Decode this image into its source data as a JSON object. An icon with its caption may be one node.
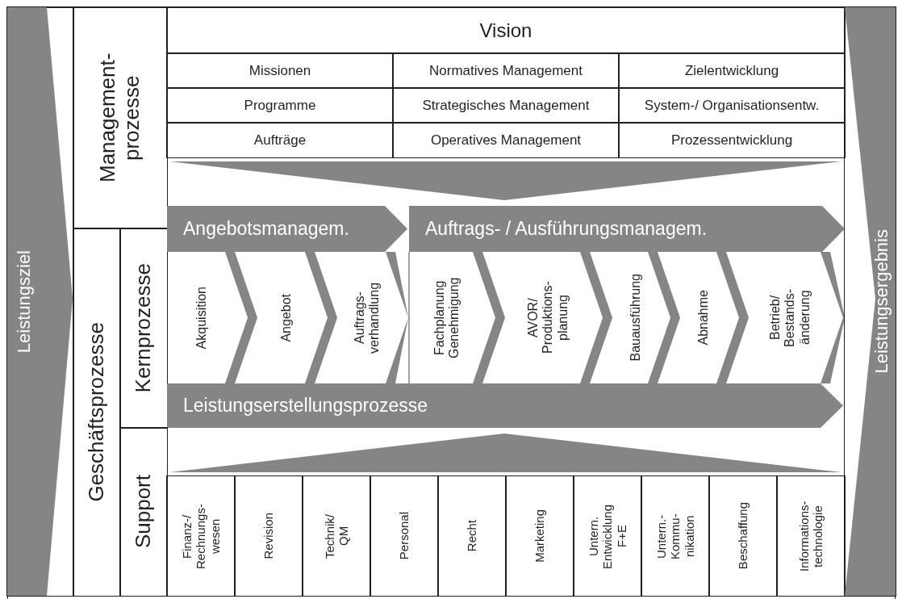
{
  "diagram": {
    "nodes": [
      {
        "text": [
          "Leistungsziel"
        ]
      },
      {
        "text": [
          "Management- prozesse"
        ]
      },
      {
        "text": [
          "Vision"
        ]
      },
      {
        "text": [
          "Missionen"
        ]
      },
      {
        "text": [
          "Normatives Management"
        ]
      },
      {
        "text": [
          "Zielentwicklung"
        ]
      },
      {
        "text": [
          "Programme"
        ]
      },
      {
        "text": [
          "Strategisches Management"
        ]
      },
      {
        "text": [
          "System-/ Organisationsentw."
        ]
      },
      {
        "text": [
          "Aufträge"
        ]
      },
      {
        "text": [
          "Operatives Management"
        ]
      },
      {
        "text": [
          "Prozessentwicklung"
        ]
      },
      {
        "text": [],
        "shape": "triangle"
      },
      {
        "text": [
          "Geschäftsprozesse"
        ]
      },
      {
        "text": [
          "Kernprozesse"
        ]
      },
      {
        "text": [
          "Angebotsmanagem."
        ]
      },
      {
        "text": [
          "Auftrags- / Ausführungsmanagem."
        ]
      },
      {
        "text": [
          "Akquisition"
        ]
      },
      {
        "text": [
          "Angebot"
        ]
      },
      {
        "text": [
          "Auftrags- verhandlung"
        ]
      },
      {
        "text": [
          "Fachplanung Genehmigung"
        ]
      },
      {
        "text": [
          "AVOR/ Produktions- planung"
        ]
      },
      {
        "text": [
          "Bauausführung"
        ]
      },
      {
        "text": [
          "Abnahme"
        ]
      },
      {
        "text": [
          "Betrieb/ Bestands- änderung"
        ]
      },
      {
        "text": [
          "Leistungserstellungsprozesse"
        ]
      },
      {
        "text": [],
        "shape": "triangle"
      },
      {
        "text": [
          "Support"
        ]
      },
      {
        "text": [
          "Finanz-/ Rechnungs- wesen"
        ]
      },
      {
        "text": [
          "Revision"
        ]
      },
      {
        "text": [
          "Technik/ QM"
        ]
      },
      {
        "text": [
          "Personal"
        ]
      },
      {
        "text": [
          "Recht"
        ]
      },
      {
        "text": [
          "Marketing"
        ]
      },
      {
        "text": [
          "Untern. Entwicklung F+E"
        ]
      },
      {
        "text": [
          "Untern.- Kommu- nikation"
        ]
      },
      {
        "text": [
          "Beschaffung"
        ]
      },
      {
        "text": [
          "Informations- technologie"
        ]
      },
      {
        "text": [
          "Leistungsergebnis"
        ]
      }
    ]
  }
}
